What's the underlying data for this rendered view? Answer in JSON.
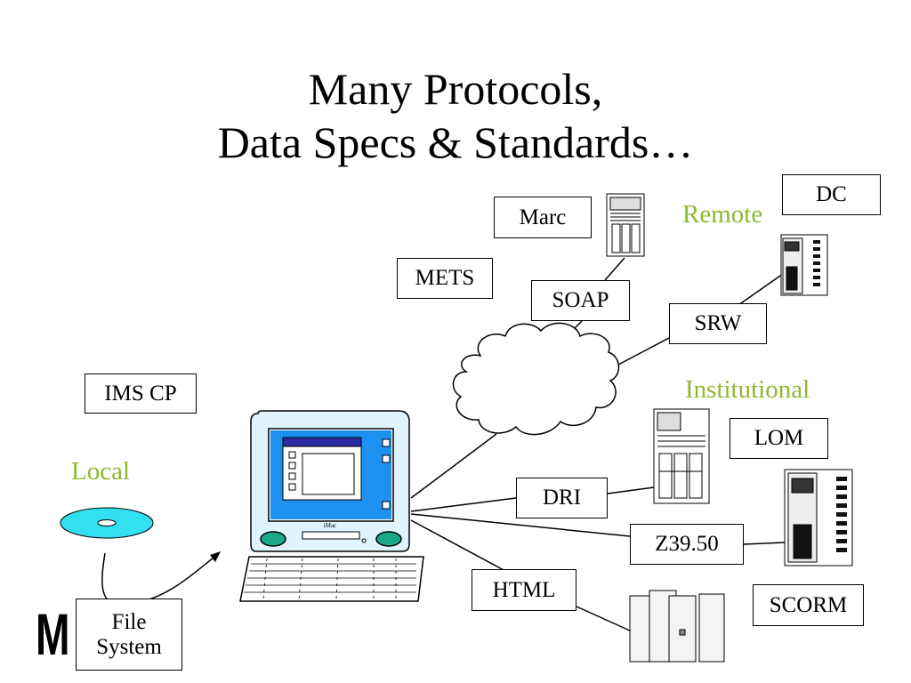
{
  "title": {
    "line1": "Many Protocols,",
    "line2": "Data Specs & Standards…"
  },
  "groups": {
    "remote": "Remote",
    "institutional": "Institutional",
    "local": "Local"
  },
  "boxes": {
    "marc": "Marc",
    "dc": "DC",
    "mets": "METS",
    "soap": "SOAP",
    "srw": "SRW",
    "ims_cp": "IMS CP",
    "lom": "LOM",
    "dri": "DRI",
    "z3950": "Z39.50",
    "html": "HTML",
    "scorm": "SCORM",
    "file_system_line1": "File",
    "file_system_line2": "System"
  },
  "computer": {
    "brand": "iMac"
  },
  "logo_letter": "M",
  "colors": {
    "group_label": "#8db92e",
    "disc": "#33e0f0",
    "screen": "#1e90f0",
    "screen_bar": "#2a2aa0",
    "imac_case": "#e0f4ff",
    "imac_buttons": "#1aa88a"
  }
}
